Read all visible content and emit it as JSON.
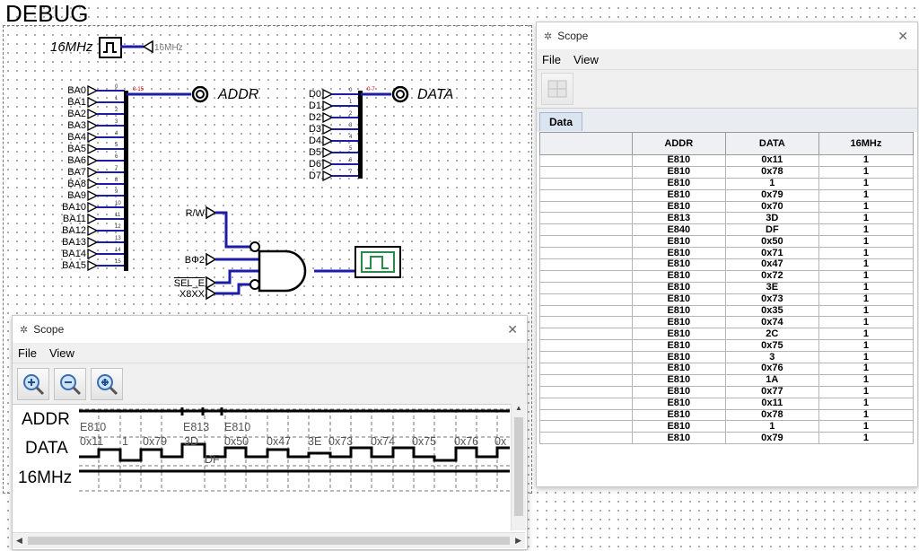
{
  "canvas": {
    "title": "DEBUG",
    "clock": {
      "label": "16MHz",
      "tunnel": "16MHz"
    },
    "address_pins": [
      "BA0",
      "BA1",
      "BA2",
      "BA3",
      "BA4",
      "BA5",
      "BA6",
      "BA7",
      "BA8",
      "BA9",
      "BA10",
      "BA11",
      "BA12",
      "BA13",
      "BA14",
      "BA15"
    ],
    "address_bit_labels": [
      "0",
      "1",
      "2",
      "3",
      "4",
      "5",
      "6",
      "7",
      "8",
      "9",
      "10",
      "11",
      "12",
      "13",
      "14",
      "15"
    ],
    "address_range": "0-15",
    "address_probe": "ADDR",
    "data_pins": [
      "D0",
      "D1",
      "D2",
      "D3",
      "D4",
      "D5",
      "D6",
      "D7"
    ],
    "data_bit_labels": [
      "0",
      "1",
      "2",
      "3",
      "4",
      "5",
      "6",
      "7"
    ],
    "data_range": "0-7",
    "data_probe": "DATA",
    "gate_inputs": [
      "R/W",
      "BΦ2",
      "SEL_E",
      "X8XX"
    ]
  },
  "scope_table": {
    "title": "Scope",
    "menu": [
      "File",
      "View"
    ],
    "tab": "Data",
    "columns": [
      "",
      "ADDR",
      "DATA",
      "16MHz"
    ],
    "rows": [
      [
        "",
        "E810",
        "0x11",
        "1"
      ],
      [
        "",
        "E810",
        "0x78",
        "1"
      ],
      [
        "",
        "E810",
        "1",
        "1"
      ],
      [
        "",
        "E810",
        "0x79",
        "1"
      ],
      [
        "",
        "E810",
        "0x70",
        "1"
      ],
      [
        "",
        "E813",
        "3D",
        "1"
      ],
      [
        "",
        "E840",
        "DF",
        "1"
      ],
      [
        "",
        "E810",
        "0x50",
        "1"
      ],
      [
        "",
        "E810",
        "0x71",
        "1"
      ],
      [
        "",
        "E810",
        "0x47",
        "1"
      ],
      [
        "",
        "E810",
        "0x72",
        "1"
      ],
      [
        "",
        "E810",
        "3E",
        "1"
      ],
      [
        "",
        "E810",
        "0x73",
        "1"
      ],
      [
        "",
        "E810",
        "0x35",
        "1"
      ],
      [
        "",
        "E810",
        "0x74",
        "1"
      ],
      [
        "",
        "E810",
        "2C",
        "1"
      ],
      [
        "",
        "E810",
        "0x75",
        "1"
      ],
      [
        "",
        "E810",
        "3",
        "1"
      ],
      [
        "",
        "E810",
        "0x76",
        "1"
      ],
      [
        "",
        "E810",
        "1A",
        "1"
      ],
      [
        "",
        "E810",
        "0x77",
        "1"
      ],
      [
        "",
        "E810",
        "0x11",
        "1"
      ],
      [
        "",
        "E810",
        "0x78",
        "1"
      ],
      [
        "",
        "E810",
        "1",
        "1"
      ],
      [
        "",
        "E810",
        "0x79",
        "1"
      ]
    ]
  },
  "scope_wave": {
    "title": "Scope",
    "menu": [
      "File",
      "View"
    ],
    "toolbar": [
      "zoom-in-icon",
      "zoom-out-icon",
      "zoom-fit-icon"
    ],
    "signals": [
      "ADDR",
      "DATA",
      "16MHz"
    ],
    "addr_values": [
      "E810",
      "E813",
      "E810"
    ],
    "data_values": [
      "0x11",
      "1",
      "0x79",
      "3D",
      "0x50",
      "0x47",
      "3E",
      "0x73",
      "0x74",
      "0x75",
      "0x76",
      "0x"
    ],
    "data_low_value": "DF"
  }
}
